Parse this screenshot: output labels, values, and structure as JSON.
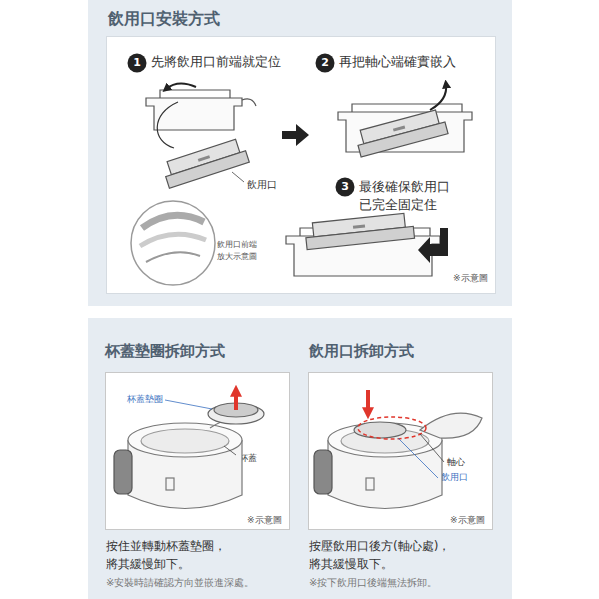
{
  "diagram": {
    "nodes": [
      {
        "text": [
          "飲用口安裝方式"
        ]
      },
      {
        "text": [
          "※示意圖"
        ],
        "in": 0
      },
      {
        "text": [
          "1",
          "先將飲用口前端就定位"
        ],
        "in": 1
      },
      {
        "text": [
          "2",
          "再把軸心端確實嵌入"
        ],
        "in": 1
      },
      {
        "text": [
          "3",
          "最後確保飲用口 已完全固定住"
        ],
        "in": 1
      },
      {
        "text": [
          "飲用口前端 放大示意圖"
        ],
        "in": 1
      },
      {
        "text": [
          "杯蓋墊圈拆卸方式",
          "按住並轉動杯蓋墊圈， 將其緩慢卸下。",
          "※安裝時請確認方向並嵌進深處。",
          "飲用口拆卸方式",
          "按壓飲用口後方(軸心處)， 將其緩慢取下。",
          "※按下飲用口後端無法拆卸。"
        ]
      },
      {
        "text": [
          "※示意圖"
        ],
        "in": 6
      },
      {
        "text": [
          "※示意圖"
        ],
        "in": 6
      }
    ],
    "labels": [
      "飲用口",
      "杯蓋墊圈",
      "杯蓋",
      "軸心",
      "飲用口"
    ]
  }
}
